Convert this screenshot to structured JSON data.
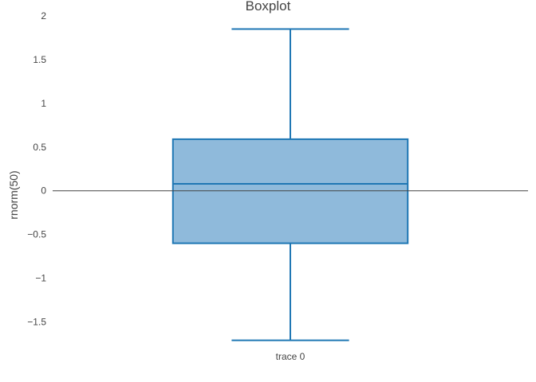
{
  "chart_data": {
    "type": "box",
    "title": "Boxplot",
    "ylabel": "rnorm(50)",
    "xlabel": "",
    "ylim": [
      -1.75,
      2.0
    ],
    "yticks": [
      2,
      1.5,
      1,
      0.5,
      0,
      -0.5,
      -1,
      -1.5
    ],
    "ytick_labels": [
      "2",
      "1.5",
      "1",
      "0.5",
      "0",
      "−0.5",
      "−1",
      "−1.5"
    ],
    "zeroline": true,
    "grid": false,
    "series": [
      {
        "name": "trace 0",
        "min": -1.71,
        "q1": -0.6,
        "median": 0.08,
        "q3": 0.59,
        "max": 1.85
      }
    ],
    "colors": {
      "box_fill": "#8fbadb",
      "box_line": "#1f77b4",
      "zeroline": "#444444",
      "text": "#444444"
    }
  }
}
